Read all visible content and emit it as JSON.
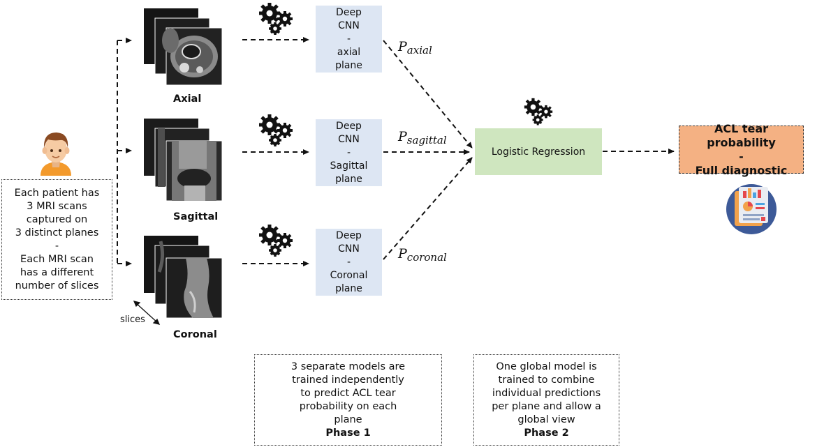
{
  "patient_note": {
    "lines": [
      "Each patient has",
      "3 MRI scans",
      "captured on",
      "3 distinct planes",
      "-",
      "Each MRI scan",
      "has a different",
      "number of slices"
    ]
  },
  "planes": {
    "axial": "Axial",
    "sagittal": "Sagittal",
    "coronal": "Coronal",
    "slices": "slices"
  },
  "cnn_boxes": [
    {
      "lines": [
        "Deep",
        "CNN",
        "-",
        "axial",
        "plane"
      ]
    },
    {
      "lines": [
        "Deep",
        "CNN",
        "-",
        "Sagittal",
        "plane"
      ]
    },
    {
      "lines": [
        "Deep",
        "CNN",
        "-",
        "Coronal",
        "plane"
      ]
    }
  ],
  "probabilities": {
    "p_symbol": "P",
    "axial_sub": "axial",
    "sagittal_sub": "sagittal",
    "coronal_sub": "coronal"
  },
  "logistic_regression": "Logistic Regression",
  "output": {
    "line1": "ACL tear probability",
    "line2": "-",
    "line3": "Full diagnostic"
  },
  "phase1_note": {
    "lines": [
      "3 separate models are",
      "trained independently",
      "to predict ACL tear",
      "probability on each",
      "plane"
    ],
    "phase": "Phase 1"
  },
  "phase2_note": {
    "lines": [
      "One global model is",
      "trained to combine",
      "individual predictions",
      "per plane and allow a",
      "global view"
    ],
    "phase": "Phase 2"
  },
  "colors": {
    "cnn_fill": "#dde6f3",
    "lr_fill": "#cfe6bf",
    "output_fill": "#f4b183"
  },
  "icons": [
    "patient-avatar-icon",
    "gears-icon",
    "report-chart-icon",
    "double-arrow-icon"
  ]
}
